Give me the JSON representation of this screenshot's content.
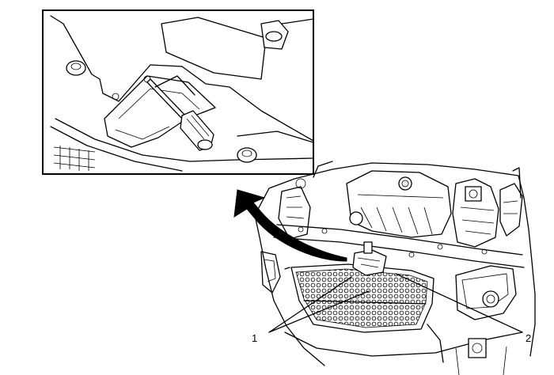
{
  "callouts": [
    {
      "id": "1",
      "label": "1"
    },
    {
      "id": "2",
      "label": "2"
    }
  ],
  "icons": [
    "screwdriver-icon",
    "rotation-arrow-icon"
  ],
  "colors": {
    "line": "#000000",
    "background": "#ffffff",
    "arrow_fill": "#000000"
  }
}
